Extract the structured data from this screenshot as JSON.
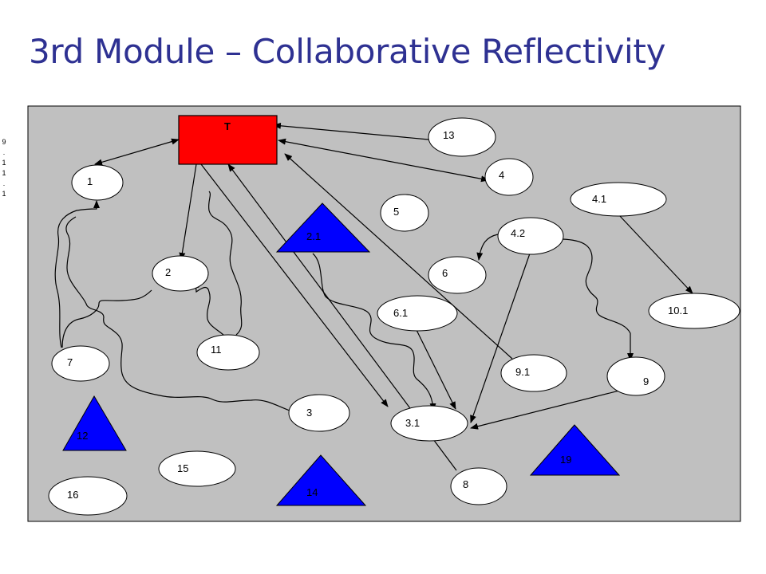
{
  "title": "3rd Module – Collaborative Reflectivity",
  "side_note": [
    "9",
    ".",
    "1",
    "1",
    ".",
    "1"
  ],
  "colors": {
    "title": "#2e3192",
    "panel": "#c0c0c0",
    "teacher_box": "#ff0000",
    "triangle": "#0000ff",
    "ellipse": "#ffffff"
  },
  "diagram": {
    "teacher": {
      "label": "T"
    },
    "ellipses": [
      {
        "id": "e1",
        "label": "1"
      },
      {
        "id": "e2",
        "label": "2"
      },
      {
        "id": "e3",
        "label": "3"
      },
      {
        "id": "e3_1",
        "label": "3.1"
      },
      {
        "id": "e4",
        "label": "4"
      },
      {
        "id": "e4_1",
        "label": "4.1"
      },
      {
        "id": "e4_2",
        "label": "4.2"
      },
      {
        "id": "e5",
        "label": "5"
      },
      {
        "id": "e6",
        "label": "6"
      },
      {
        "id": "e6_1",
        "label": "6.1"
      },
      {
        "id": "e7",
        "label": "7"
      },
      {
        "id": "e8",
        "label": "8"
      },
      {
        "id": "e9",
        "label": "9"
      },
      {
        "id": "e9_1",
        "label": "9.1"
      },
      {
        "id": "e10_1",
        "label": "10.1"
      },
      {
        "id": "e11",
        "label": "11"
      },
      {
        "id": "e13",
        "label": "13"
      },
      {
        "id": "e15",
        "label": "15"
      },
      {
        "id": "e16",
        "label": "16"
      }
    ],
    "triangles": [
      {
        "id": "t2_1",
        "label": "2.1"
      },
      {
        "id": "t12",
        "label": "12"
      },
      {
        "id": "t14",
        "label": "14"
      },
      {
        "id": "t19",
        "label": "19"
      }
    ]
  }
}
